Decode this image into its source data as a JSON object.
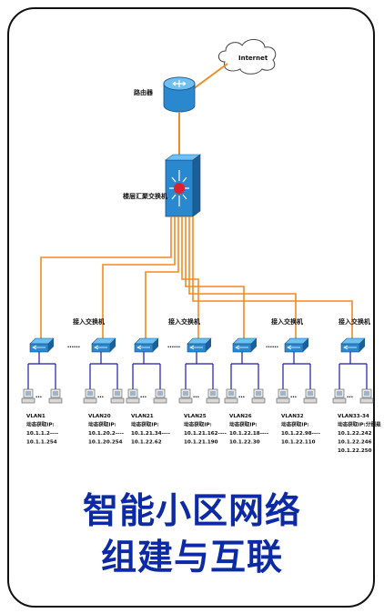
{
  "colors": {
    "accent": "#0d2aa6",
    "uplink": "#f08a24",
    "access": "#1a1aa8",
    "device": "#1f6fb5"
  },
  "internet": {
    "label": "Internet",
    "icon": "cloud-icon"
  },
  "router": {
    "label": "路由器",
    "icon": "router-icon"
  },
  "core_switch": {
    "label": "楼层汇聚交换机",
    "icon": "core-switch-icon"
  },
  "access_switch_label": "接入交换机",
  "ellipsis": "……",
  "vlans": [
    {
      "lines": [
        "VLAN1",
        "动态获取IP:",
        "10.1.1.2----",
        "10.1.1.254"
      ]
    },
    {
      "lines": [
        "VLAN20",
        "动态获取IP:",
        "10.1.20.2----",
        "10.1.20.254"
      ]
    },
    {
      "lines": [
        "VLAN21",
        "动态获取IP:",
        "10.1.21.34----",
        "10.1.22.62"
      ]
    },
    {
      "lines": [
        "VLAN25",
        "动态获取IP:",
        "10.1.21.162----",
        "10.1.21.190"
      ]
    },
    {
      "lines": [
        "VLAN26",
        "动态获取IP:",
        "10.1.22.18----",
        "10.1.22.30"
      ]
    },
    {
      "lines": [
        "VLAN32",
        "动态获取IP:",
        "10.1.22.98----",
        "10.1.22.110"
      ]
    },
    {
      "lines": [
        "VLAN33-34",
        "动态获取IP:分别是",
        "10.1.22.242",
        "10.1.22.246",
        "10.1.22.250"
      ]
    }
  ],
  "title": {
    "line1": "智能小区网络",
    "line2": "组建与互联"
  }
}
